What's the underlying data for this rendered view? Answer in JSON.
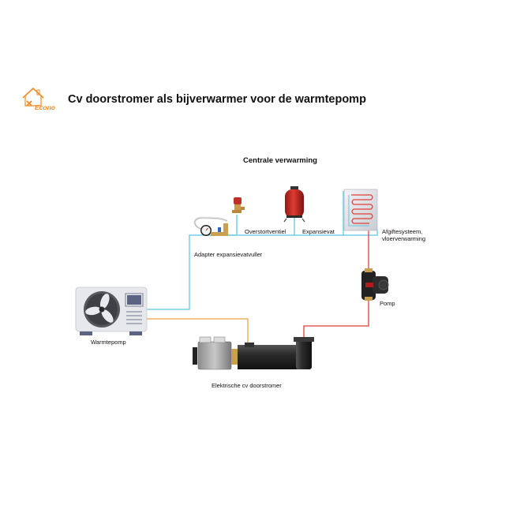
{
  "header": {
    "logo_text": "Econo",
    "title": "Cv doorstromer als bijverwarmer voor de warmtepomp"
  },
  "diagram": {
    "section_title": "Centrale verwarming",
    "labels": {
      "overstortventiel": "Overstortventiel",
      "expansievat": "Expansievat",
      "afgiftesysteem_line1": "Afgiftesysteem,",
      "afgiftesysteem_line2": "vloerverwarming",
      "adapter": "Adapter expansievatvuller",
      "pomp": "Pomp",
      "warmtepomp": "Warmtepomp",
      "doorstromer": "Elektrische cv doorstromer"
    },
    "colors": {
      "cold_pipe": "#5ec8e5",
      "warm_pipe": "#f0a040",
      "hot_pipe": "#e0403a",
      "accent": "#f08a24"
    }
  }
}
